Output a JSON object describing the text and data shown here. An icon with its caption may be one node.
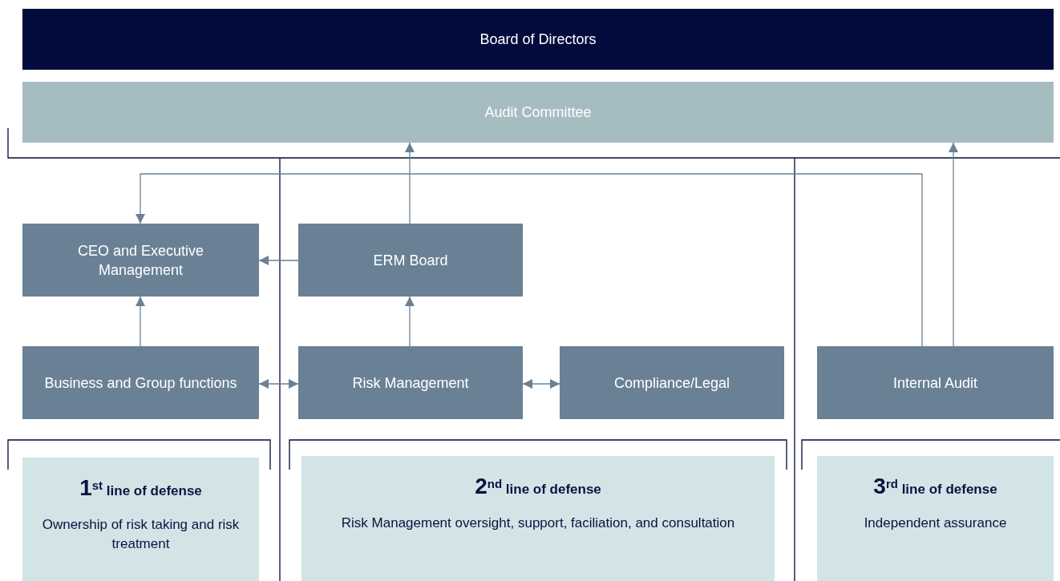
{
  "diagram": {
    "nodes": [
      {
        "text": [
          "Board of Directors"
        ]
      },
      {
        "text": [
          "Audit Committee"
        ]
      },
      {
        "text": [
          "CEO and Executive Management"
        ]
      },
      {
        "text": [
          "ERM Board"
        ]
      },
      {
        "text": [
          "Business and Group functions"
        ]
      },
      {
        "text": [
          "Risk Management"
        ]
      },
      {
        "text": [
          "Compliance/Legal"
        ]
      },
      {
        "text": [
          "Internal Audit"
        ]
      },
      {
        "text": [
          "1$^{st}$ line of defense",
          "Ownership of risk taking and risk treatment"
        ]
      },
      {
        "text": [
          "2$^{nd}$ line of defense",
          "Risk Management oversight, support, faciliation, and consultation"
        ]
      },
      {
        "text": [
          "3$^{rd}$ line of defense",
          "Independent assurance"
        ]
      }
    ],
    "edges": [
      {
        "from": 3,
        "to": 1,
        "arrow": "to"
      },
      {
        "from": 7,
        "to": 1,
        "arrow": "to"
      },
      {
        "from": 7,
        "to": 2,
        "arrow": "to"
      },
      {
        "from": 3,
        "to": 2,
        "arrow": "to"
      },
      {
        "from": 4,
        "to": 2,
        "arrow": "to"
      },
      {
        "from": 5,
        "to": 3,
        "arrow": "to"
      },
      {
        "from": 4,
        "to": 5,
        "arrow": "both"
      },
      {
        "from": 5,
        "to": 6,
        "arrow": "both"
      }
    ]
  }
}
